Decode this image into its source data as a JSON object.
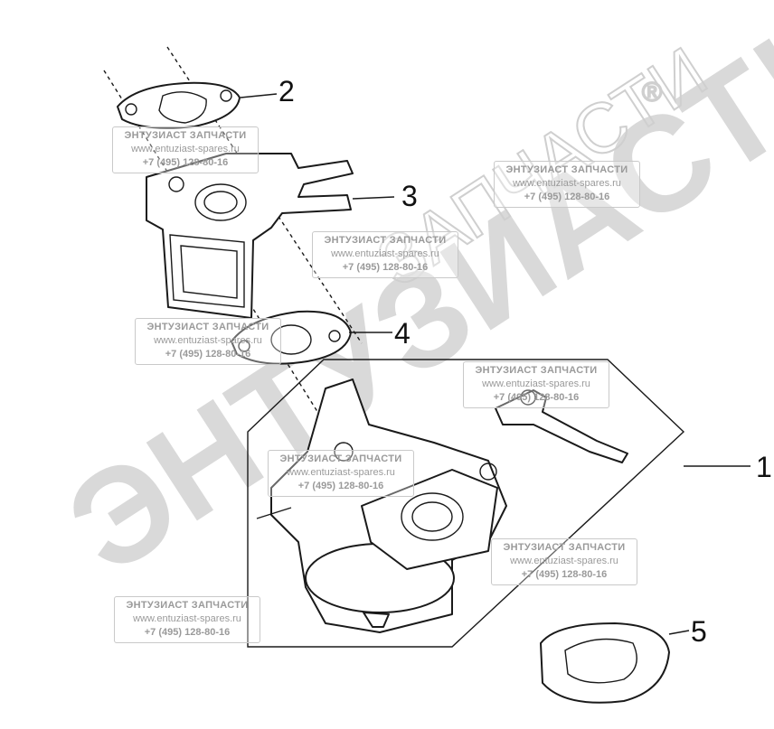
{
  "callouts": [
    {
      "label": "1"
    },
    {
      "label": "2"
    },
    {
      "label": "3"
    },
    {
      "label": "4"
    },
    {
      "label": "5"
    }
  ],
  "watermark": {
    "brand": "ЭНТУЗИАСТ!",
    "sub": "ЗАПЧАСТИ",
    "registered": "®"
  },
  "stamp": {
    "name": "ЭНТУЗИАСТ ЗАПЧАСТИ",
    "site": "www.entuziast-spares.ru",
    "phone": "+7 (495) 128-80-16"
  },
  "colors": {
    "line": "#1a1a1a",
    "watermark": "#d9d9d9",
    "stamp_text": "#9a9a9a"
  }
}
